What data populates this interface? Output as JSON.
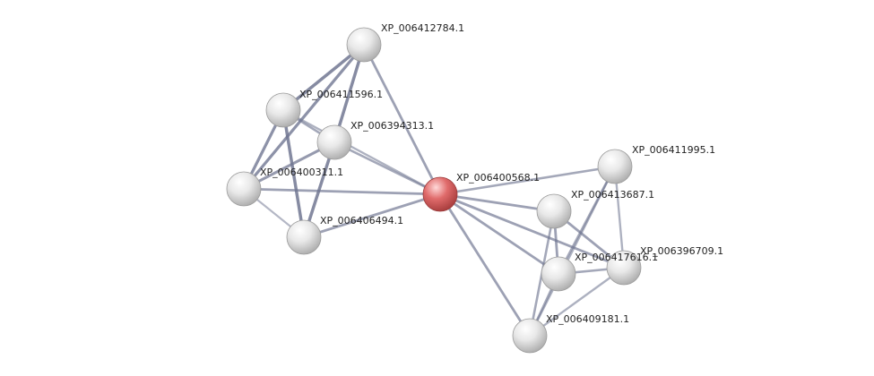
{
  "network": {
    "colors": {
      "center_node": "#e06b6b",
      "default_node": "#e4e4e4",
      "edge": "#6f7590",
      "label": "#222222",
      "background": "#ffffff"
    },
    "nodes": [
      {
        "id": "n0",
        "label": "XP_006400568.1",
        "center": true
      },
      {
        "id": "n1",
        "label": "XP_006412784.1"
      },
      {
        "id": "n2",
        "label": "XP_006411596.1"
      },
      {
        "id": "n3",
        "label": "XP_006394313.1"
      },
      {
        "id": "n4",
        "label": "XP_006400311.1"
      },
      {
        "id": "n5",
        "label": "XP_006406494.1"
      },
      {
        "id": "n6",
        "label": "XP_006411995.1"
      },
      {
        "id": "n7",
        "label": "XP_006413687.1"
      },
      {
        "id": "n8",
        "label": "XP_006396709.1"
      },
      {
        "id": "n9",
        "label": "XP_006417616.1"
      },
      {
        "id": "n10",
        "label": "XP_006409181.1"
      }
    ],
    "edges": [
      {
        "source": "n1",
        "target": "n2",
        "strength": 0.9
      },
      {
        "source": "n1",
        "target": "n3",
        "strength": 0.9
      },
      {
        "source": "n1",
        "target": "n4",
        "strength": 0.8
      },
      {
        "source": "n1",
        "target": "n0",
        "strength": 0.6
      },
      {
        "source": "n2",
        "target": "n3",
        "strength": 0.5
      },
      {
        "source": "n2",
        "target": "n4",
        "strength": 0.8
      },
      {
        "source": "n2",
        "target": "n5",
        "strength": 0.9
      },
      {
        "source": "n3",
        "target": "n4",
        "strength": 0.7
      },
      {
        "source": "n3",
        "target": "n5",
        "strength": 0.9
      },
      {
        "source": "n3",
        "target": "n0",
        "strength": 0.5
      },
      {
        "source": "n2",
        "target": "n0",
        "strength": 0.4
      },
      {
        "source": "n4",
        "target": "n0",
        "strength": 0.6
      },
      {
        "source": "n4",
        "target": "n5",
        "strength": 0.3
      },
      {
        "source": "n5",
        "target": "n0",
        "strength": 0.6
      },
      {
        "source": "n0",
        "target": "n6",
        "strength": 0.5
      },
      {
        "source": "n0",
        "target": "n7",
        "strength": 0.6
      },
      {
        "source": "n0",
        "target": "n8",
        "strength": 0.6
      },
      {
        "source": "n0",
        "target": "n9",
        "strength": 0.6
      },
      {
        "source": "n0",
        "target": "n10",
        "strength": 0.6
      },
      {
        "source": "n6",
        "target": "n9",
        "strength": 0.5
      },
      {
        "source": "n6",
        "target": "n8",
        "strength": 0.4
      },
      {
        "source": "n6",
        "target": "n10",
        "strength": 0.4
      },
      {
        "source": "n7",
        "target": "n9",
        "strength": 0.6
      },
      {
        "source": "n7",
        "target": "n8",
        "strength": 0.6
      },
      {
        "source": "n7",
        "target": "n10",
        "strength": 0.5
      },
      {
        "source": "n9",
        "target": "n8",
        "strength": 0.5
      },
      {
        "source": "n9",
        "target": "n10",
        "strength": 0.5
      },
      {
        "source": "n8",
        "target": "n10",
        "strength": 0.4
      }
    ]
  }
}
